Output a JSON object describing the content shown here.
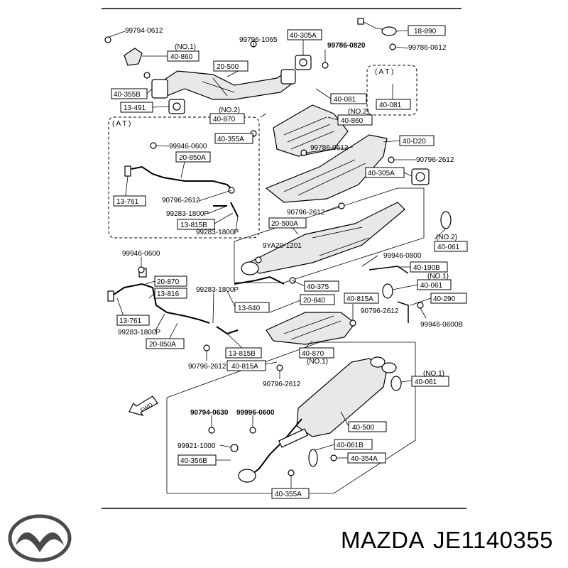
{
  "diagram": {
    "labels": {
      "l_99794_0612": "99794-0612",
      "l_no1_a": "(NO.1)",
      "l_40_860a": "40-860",
      "l_40_355b": "40-355B",
      "l_13_491": "13-491",
      "l_20_500": "20-500",
      "l_99796_1065": "99796-1065",
      "l_40_305a_top": "40-305A",
      "l_99786_0820": "99786-0820",
      "l_18_890": "18-890",
      "l_99786_0612_top": "99786-0612",
      "l_at_top": "( A T )",
      "l_40_081a": "40-081",
      "l_40_081b": "40-081",
      "l_no2_a": "(NO.2)",
      "l_40_870_top": "40-870",
      "l_no2_b": "(NO.2)",
      "l_40_860b": "40-860",
      "l_40_355a_top": "40-355A",
      "l_at_left": "( A T )",
      "l_99946_0600_a": "99946-0600",
      "l_20_850a_top": "20-850A",
      "l_13_761_top": "13-761",
      "l_90796_2612_a": "90796-2612",
      "l_99283_1800p_a": "99283-1800P",
      "l_13_815b_top": "13-815B",
      "l_99283_1800p_b": "99283-1800P",
      "l_99786_0612_mid": "99786-0612",
      "l_40_d20": "40-D20",
      "l_90796_2612_b": "90796-2612",
      "l_40_305a_mid": "40-305A",
      "l_90796_2612_c": "90796-2612",
      "l_20_500a": "20-500A",
      "l_no2_c": "(NO.2)",
      "l_40_061a": "40-061",
      "l_9ya20_1201": "9YA20-1201",
      "l_99946_0800": "99946-0800",
      "l_40_190b": "40-190B",
      "l_no1_b": "(NO.1)",
      "l_40_061b": "40-061",
      "l_99946_0600_b": "99946-0600",
      "l_20_870": "20-870",
      "l_13_816": "13-816",
      "l_13_761_low": "13-761",
      "l_99283_1800p_c": "99283-1800P",
      "l_40_375": "40-375",
      "l_13_840": "13-840",
      "l_20_840": "20-840",
      "l_40_815a_r": "40-815A",
      "l_40_290": "40-290",
      "l_90796_2612_d": "90796-2612",
      "l_99946_0600b": "99946-0600B",
      "l_99283_1800p_d": "99283-1800P",
      "l_20_850a_low": "20-850A",
      "l_90796_2612_e": "90796-2612",
      "l_13_815b_low": "13-815B",
      "l_40_815a_low": "40-815A",
      "l_40_870_low": "40-870",
      "l_no1_c": "(NO.1)",
      "l_90796_2612_f": "90796-2612",
      "l_no1_d": "(NO.1)",
      "l_40_061c": "40-061",
      "l_fwd": "FWD",
      "l_90794_0630": "90794-0630",
      "l_99996_0600": "99996-0600",
      "l_40_500": "40-500",
      "l_99921_1000": "99921-1000",
      "l_40_356b": "40-356B",
      "l_40_061b_low": "40-061B",
      "l_40_354a": "40-354A",
      "l_40_355a_low": "40-355A"
    }
  },
  "footer": {
    "brand": "MAZDA",
    "part_number": "JE1140355",
    "logo_icon": "mazda-logo-icon"
  }
}
